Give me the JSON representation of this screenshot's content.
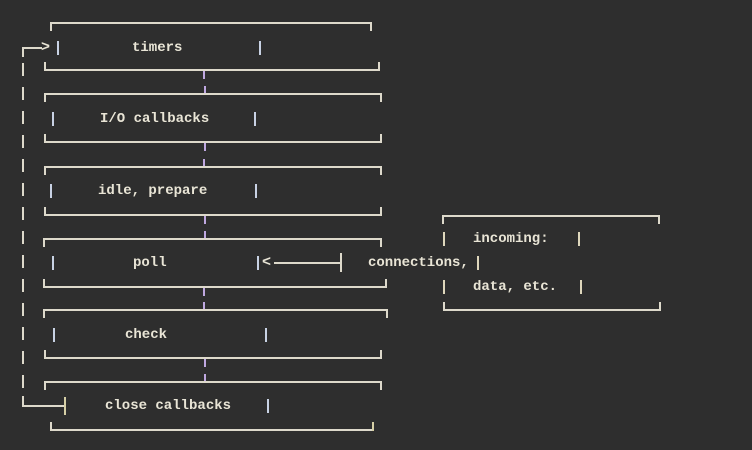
{
  "diagram": {
    "phases": {
      "timers": "timers",
      "io": "I/O callbacks",
      "idle": "idle, prepare",
      "poll": "poll",
      "check": "check",
      "close": "close callbacks"
    },
    "side_box": {
      "line1": "incoming:",
      "line2": "connections,",
      "line3": "data, etc."
    },
    "glyphs": {
      "loop_arrow_head": ">",
      "incoming_arrow_head": "<"
    },
    "colors": {
      "background": "#2e2e2e",
      "stroke": "#ddd9cb",
      "text": "#e9e5d6",
      "pipe": "#c8d2e4",
      "warm_pipe": "#ded7bc",
      "tick": "#bfa8e0",
      "tee": "#d6cfa6"
    }
  }
}
